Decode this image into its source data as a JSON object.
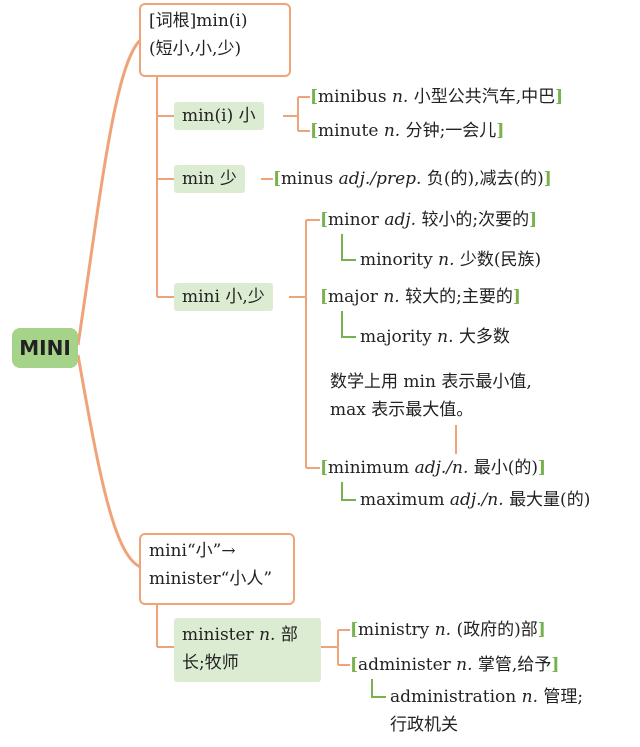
{
  "root": {
    "label": "MINI"
  },
  "top_branch": {
    "line1_a": "[词根]",
    "line1_b": "min(i)",
    "line2": "(短小,小,少)",
    "subnodes": [
      {
        "label": "min(i) 小",
        "items": [
          {
            "word": "minibus",
            "pos": "n.",
            "meaning": "小型公共汽车,中巴"
          },
          {
            "word": "minute",
            "pos": "n.",
            "meaning": "分钟;一会儿"
          }
        ]
      },
      {
        "label": "min 少",
        "items": [
          {
            "word": "minus",
            "pos": "adj./prep.",
            "meaning": "负(的),减去(的)"
          }
        ]
      },
      {
        "label": "mini 小,少",
        "items": [
          {
            "word": "minor",
            "pos": "adj.",
            "meaning": "较小的;次要的"
          },
          {
            "word": "minority",
            "pos": "n.",
            "meaning": "少数(民族)"
          },
          {
            "word": "major",
            "pos": "n.",
            "meaning": "较大的;主要的"
          },
          {
            "word": "majority",
            "pos": "n.",
            "meaning": "大多数"
          },
          {
            "word": "minimum",
            "pos": "adj./n.",
            "meaning": "最小(的)"
          },
          {
            "word": "maximum",
            "pos": "adj./n.",
            "meaning": "最大量(的)"
          }
        ],
        "note_line1": "数学上用 min 表示最小值,",
        "note_line2": "max 表示最大值。"
      }
    ]
  },
  "bottom_branch": {
    "line1": "mini“小”→",
    "line2": "minister“小人”",
    "subnode": {
      "word": "minister",
      "pos": "n.",
      "meaning_a": "部",
      "meaning_b": "长;牧师"
    },
    "items": [
      {
        "word": "ministry",
        "pos": "n.",
        "meaning": "(政府的)部"
      },
      {
        "word": "administer",
        "pos": "n.",
        "meaning": "掌管,给予"
      },
      {
        "word": "administration",
        "pos": "n.",
        "meaning": "管理;",
        "meaning2": "行政机关"
      }
    ]
  },
  "colors": {
    "orange": "#f0a378",
    "green_dark": "#78b24e",
    "green_light": "#dcecd2",
    "root": "#a6d38a"
  }
}
